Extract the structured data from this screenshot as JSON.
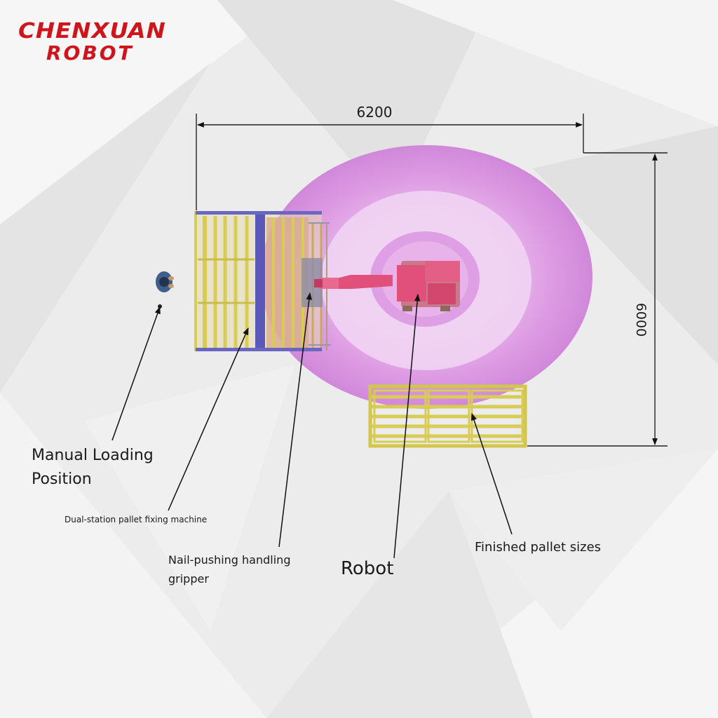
{
  "brand": {
    "line1": "CHENXUAN",
    "line2": "ROBOT",
    "color": "#d0141c"
  },
  "dimensions": {
    "width": "6200",
    "height": "6000"
  },
  "labels": {
    "manual_loading": [
      "Manual Loading",
      "Position"
    ],
    "dual_station": "Dual-station pallet fixing machine",
    "nail_gripper": [
      "Nail-pushing handling",
      "gripper"
    ],
    "robot": "Robot",
    "finished_pallet": "Finished pallet sizes"
  },
  "colors": {
    "reach_zone": "#d98ce0",
    "robot_body": "#e0507a",
    "pallet_frame": "#d8cc55",
    "fixture_frame": "#5a58b8",
    "pallet_slats": "#d9a98a"
  }
}
